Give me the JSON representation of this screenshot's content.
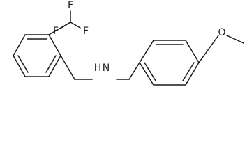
{
  "molecule": {
    "atoms": {
      "f_top": "F",
      "f_left": "F",
      "f_right": "F",
      "amine_h": "H",
      "amine_n": "N",
      "methoxy_o": "O"
    },
    "colors": {
      "bond": "#1a1a1a",
      "label": "#1a1a1a",
      "background": "#ffffff"
    }
  }
}
